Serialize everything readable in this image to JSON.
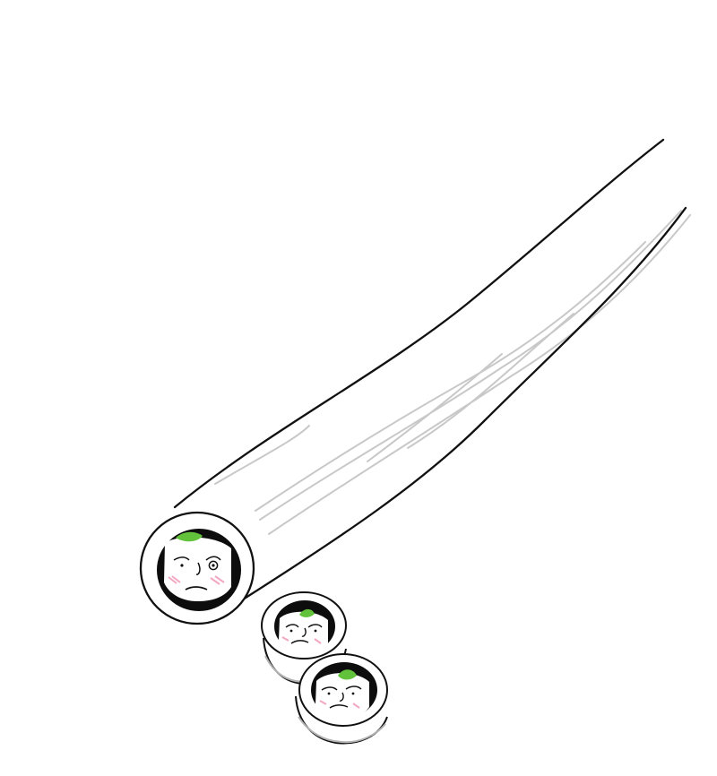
{
  "colors": {
    "background": "#ffffff",
    "ink": "#111111",
    "shade": "#c8c8c8",
    "hair": "#0d0d0d",
    "skin": "#ffffff",
    "blush": "#f2a7c3",
    "wasabi": "#63c23b"
  },
  "scene": {
    "subject": "sushi-roll-drawing",
    "pieces": [
      "long-roll",
      "slice-small-top",
      "slice-small-bottom"
    ]
  }
}
